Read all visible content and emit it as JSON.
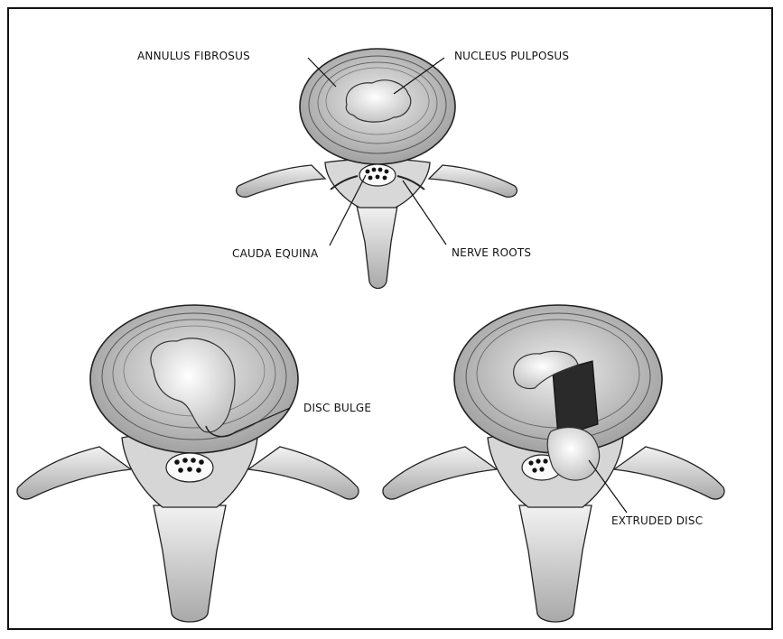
{
  "labels": {
    "annulus_fibrosus": "ANNULUS FIBROSUS",
    "nucleus_pulposus": "NUCLEUS PULPOSUS",
    "cauda_equina": "CAUDA EQUINA",
    "nerve_roots": "NERVE ROOTS",
    "disc_bulge": "DISC BULGE",
    "extruded_disc": "EXTRUDED DISC"
  }
}
